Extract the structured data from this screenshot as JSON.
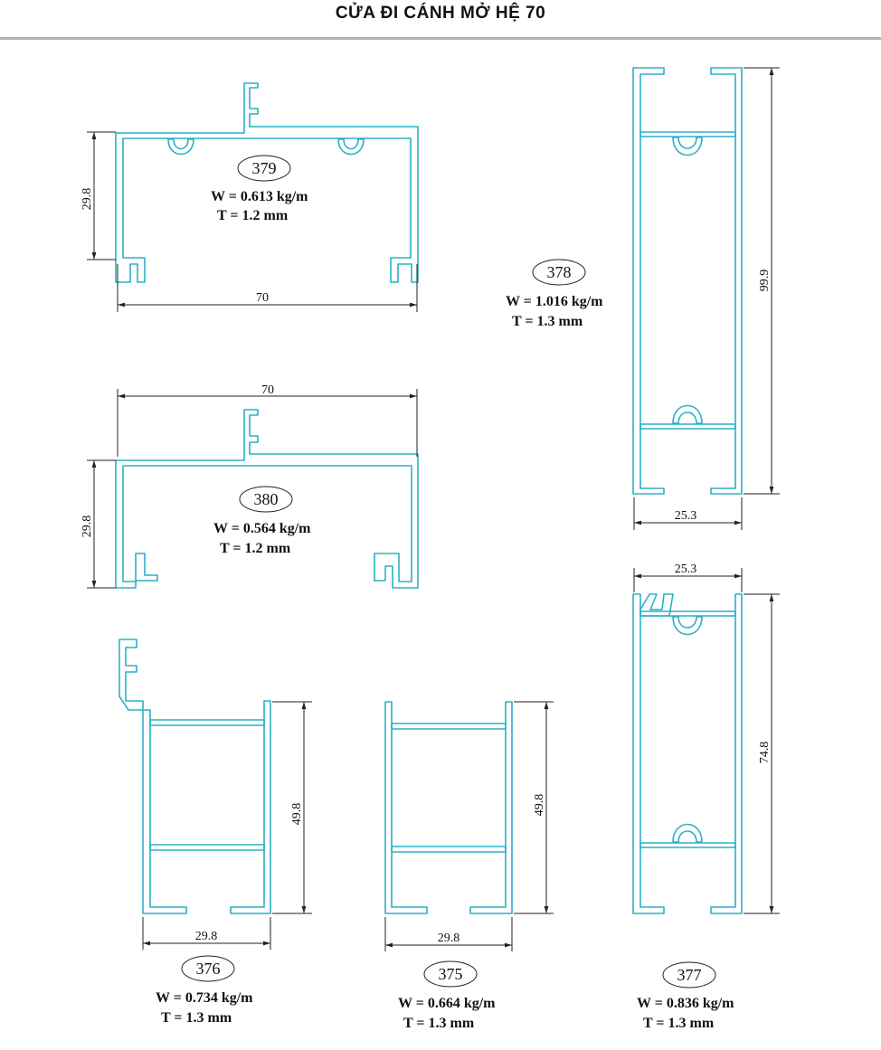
{
  "title": "CỬA ĐI CÁNH MỞ HỆ 70",
  "profiles": [
    {
      "code": "379",
      "weight": "W = 0.613 kg/m",
      "thickness": "T  = 1.2 mm",
      "dims": {
        "width": "70",
        "height": "29.8"
      }
    },
    {
      "code": "380",
      "weight": "W = 0.564 kg/m",
      "thickness": "T  = 1.2 mm",
      "dims": {
        "width": "70",
        "height": "29.8"
      }
    },
    {
      "code": "378",
      "weight": "W = 1.016 kg/m",
      "thickness": "T  = 1.3 mm",
      "dims": {
        "width": "25.3",
        "height": "99.9"
      }
    },
    {
      "code": "377",
      "weight": "W = 0.836 kg/m",
      "thickness": "T  = 1.3 mm",
      "dims": {
        "width": "25.3",
        "height": "74.8"
      }
    },
    {
      "code": "376",
      "weight": "W = 0.734 kg/m",
      "thickness": "T  = 1.3 mm",
      "dims": {
        "width": "29.8",
        "height": "49.8"
      }
    },
    {
      "code": "375",
      "weight": "W = 0.664 kg/m",
      "thickness": "T  = 1.3 mm",
      "dims": {
        "width": "29.8",
        "height": "49.8"
      }
    }
  ],
  "colors": {
    "profile": "#2ab0c6",
    "dimension": "#222222",
    "rule": "#b3b3b3"
  }
}
